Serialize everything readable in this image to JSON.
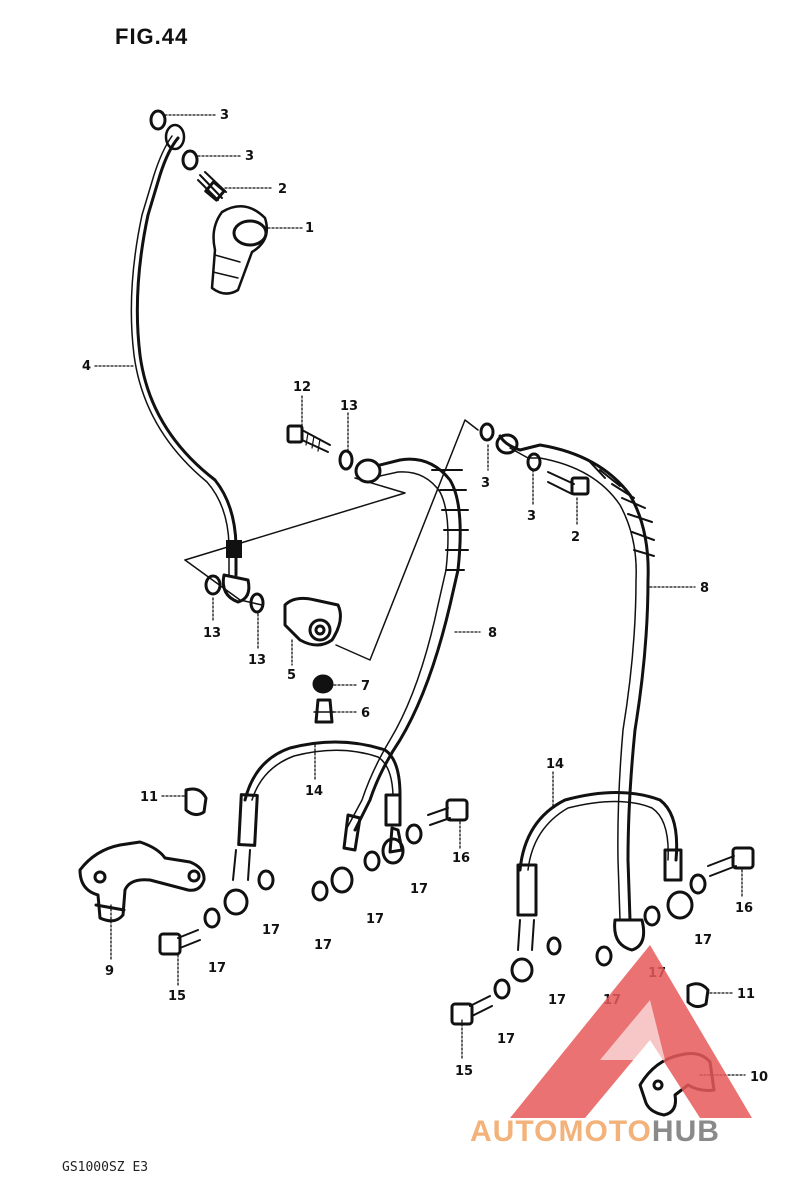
{
  "figure": {
    "title": "FIG.44",
    "model_code": "GS1000SZ E3"
  },
  "callouts": [
    {
      "id": "c3a",
      "label": "3"
    },
    {
      "id": "c3b",
      "label": "3"
    },
    {
      "id": "c2a",
      "label": "2"
    },
    {
      "id": "c1",
      "label": "1"
    },
    {
      "id": "c4",
      "label": "4"
    },
    {
      "id": "c12",
      "label": "12"
    },
    {
      "id": "c13a",
      "label": "13"
    },
    {
      "id": "c3c",
      "label": "3"
    },
    {
      "id": "c3d",
      "label": "3"
    },
    {
      "id": "c2b",
      "label": "2"
    },
    {
      "id": "c8a",
      "label": "8"
    },
    {
      "id": "c8b",
      "label": "8"
    },
    {
      "id": "c13b",
      "label": "13"
    },
    {
      "id": "c13c",
      "label": "13"
    },
    {
      "id": "c5",
      "label": "5"
    },
    {
      "id": "c7",
      "label": "7"
    },
    {
      "id": "c6",
      "label": "6"
    },
    {
      "id": "c11a",
      "label": "11"
    },
    {
      "id": "c14a",
      "label": "14"
    },
    {
      "id": "c14b",
      "label": "14"
    },
    {
      "id": "c16a",
      "label": "16"
    },
    {
      "id": "c16b",
      "label": "16"
    },
    {
      "id": "c9",
      "label": "9"
    },
    {
      "id": "c15a",
      "label": "15"
    },
    {
      "id": "c15b",
      "label": "15"
    },
    {
      "id": "c17a",
      "label": "17"
    },
    {
      "id": "c17b",
      "label": "17"
    },
    {
      "id": "c17c",
      "label": "17"
    },
    {
      "id": "c17d",
      "label": "17"
    },
    {
      "id": "c17e",
      "label": "17"
    },
    {
      "id": "c17f",
      "label": "17"
    },
    {
      "id": "c17g",
      "label": "17"
    },
    {
      "id": "c17h",
      "label": "17"
    },
    {
      "id": "c17i",
      "label": "17"
    },
    {
      "id": "c17j",
      "label": "17"
    },
    {
      "id": "c11b",
      "label": "11"
    },
    {
      "id": "c10",
      "label": "10"
    }
  ],
  "watermark": {
    "part1": "AUTOMOTO",
    "part2": "HUB",
    "color_primary": "#f2b27a",
    "color_secondary": "#8a8a8a",
    "logo_color": "#e85a5a"
  }
}
